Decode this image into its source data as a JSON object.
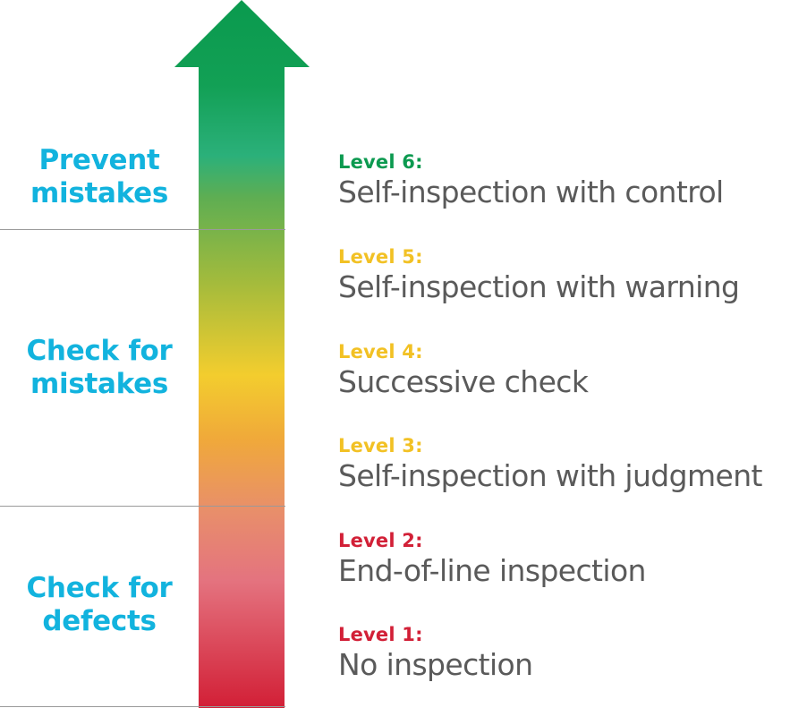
{
  "stages": [
    {
      "line1": "Prevent",
      "line2": "mistakes"
    },
    {
      "line1": "Check for",
      "line2": "mistakes"
    },
    {
      "line1": "Check for",
      "line2": "defects"
    }
  ],
  "levels": [
    {
      "label": "Level 6:",
      "description": "Self-inspection with control",
      "color": "#0c9a50"
    },
    {
      "label": "Level 5:",
      "description": "Self-inspection with warning",
      "color": "#f2c124"
    },
    {
      "label": "Level 4:",
      "description": "Successive check",
      "color": "#f2c124"
    },
    {
      "label": "Level 3:",
      "description": "Self-inspection with judgment",
      "color": "#f2c124"
    },
    {
      "label": "Level 2:",
      "description": "End-of-line inspection",
      "color": "#d22037"
    },
    {
      "label": "Level 1:",
      "description": "No inspection",
      "color": "#d22037"
    }
  ],
  "colors": {
    "stage_text": "#12b3de",
    "description_text": "#5a5a5a",
    "arrow_top": "#0a9a4e",
    "arrow_middle": "#f3cd2e",
    "arrow_bottom": "#d21f36"
  }
}
